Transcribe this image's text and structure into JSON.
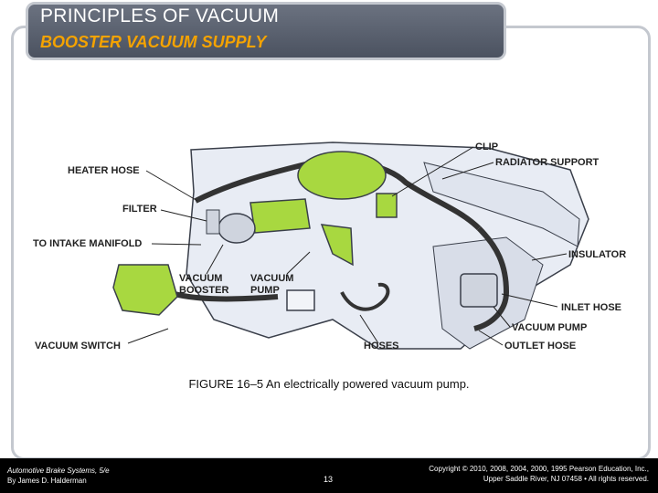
{
  "title": "PRINCIPLES OF VACUUM",
  "subtitle": "BOOSTER VACUUM SUPPLY",
  "diagram": {
    "labels": {
      "heater_hose": "HEATER HOSE",
      "filter": "FILTER",
      "to_intake_manifold": "TO INTAKE MANIFOLD",
      "vacuum_booster_1": "VACUUM",
      "vacuum_booster_2": "BOOSTER",
      "vacuum_pump_1": "VACUUM",
      "vacuum_pump_2": "PUMP",
      "vacuum_switch": "VACUUM SWITCH",
      "hoses": "HOSES",
      "clip": "CLIP",
      "radiator_support": "RADIATOR SUPPORT",
      "insulator": "INSULATOR",
      "inlet_hose": "INLET HOSE",
      "vacuum_pump_right": "VACUUM PUMP",
      "outlet_hose": "OUTLET HOSE"
    },
    "colors": {
      "highlight": "#a8d840",
      "hose": "#333333",
      "body": "#e8ecf4",
      "outline": "#3a3f4a"
    }
  },
  "caption": "FIGURE 16–5 An electrically powered vacuum pump.",
  "footer": {
    "book_title": "Automotive Brake Systems, 5/e",
    "author": "By James D. Halderman",
    "page_number": "13",
    "copyright_1": "Copyright © 2010, 2008, 2004, 2000, 1995 Pearson Education, Inc.,",
    "copyright_2": "Upper Saddle River, NJ 07458 • All rights reserved."
  }
}
